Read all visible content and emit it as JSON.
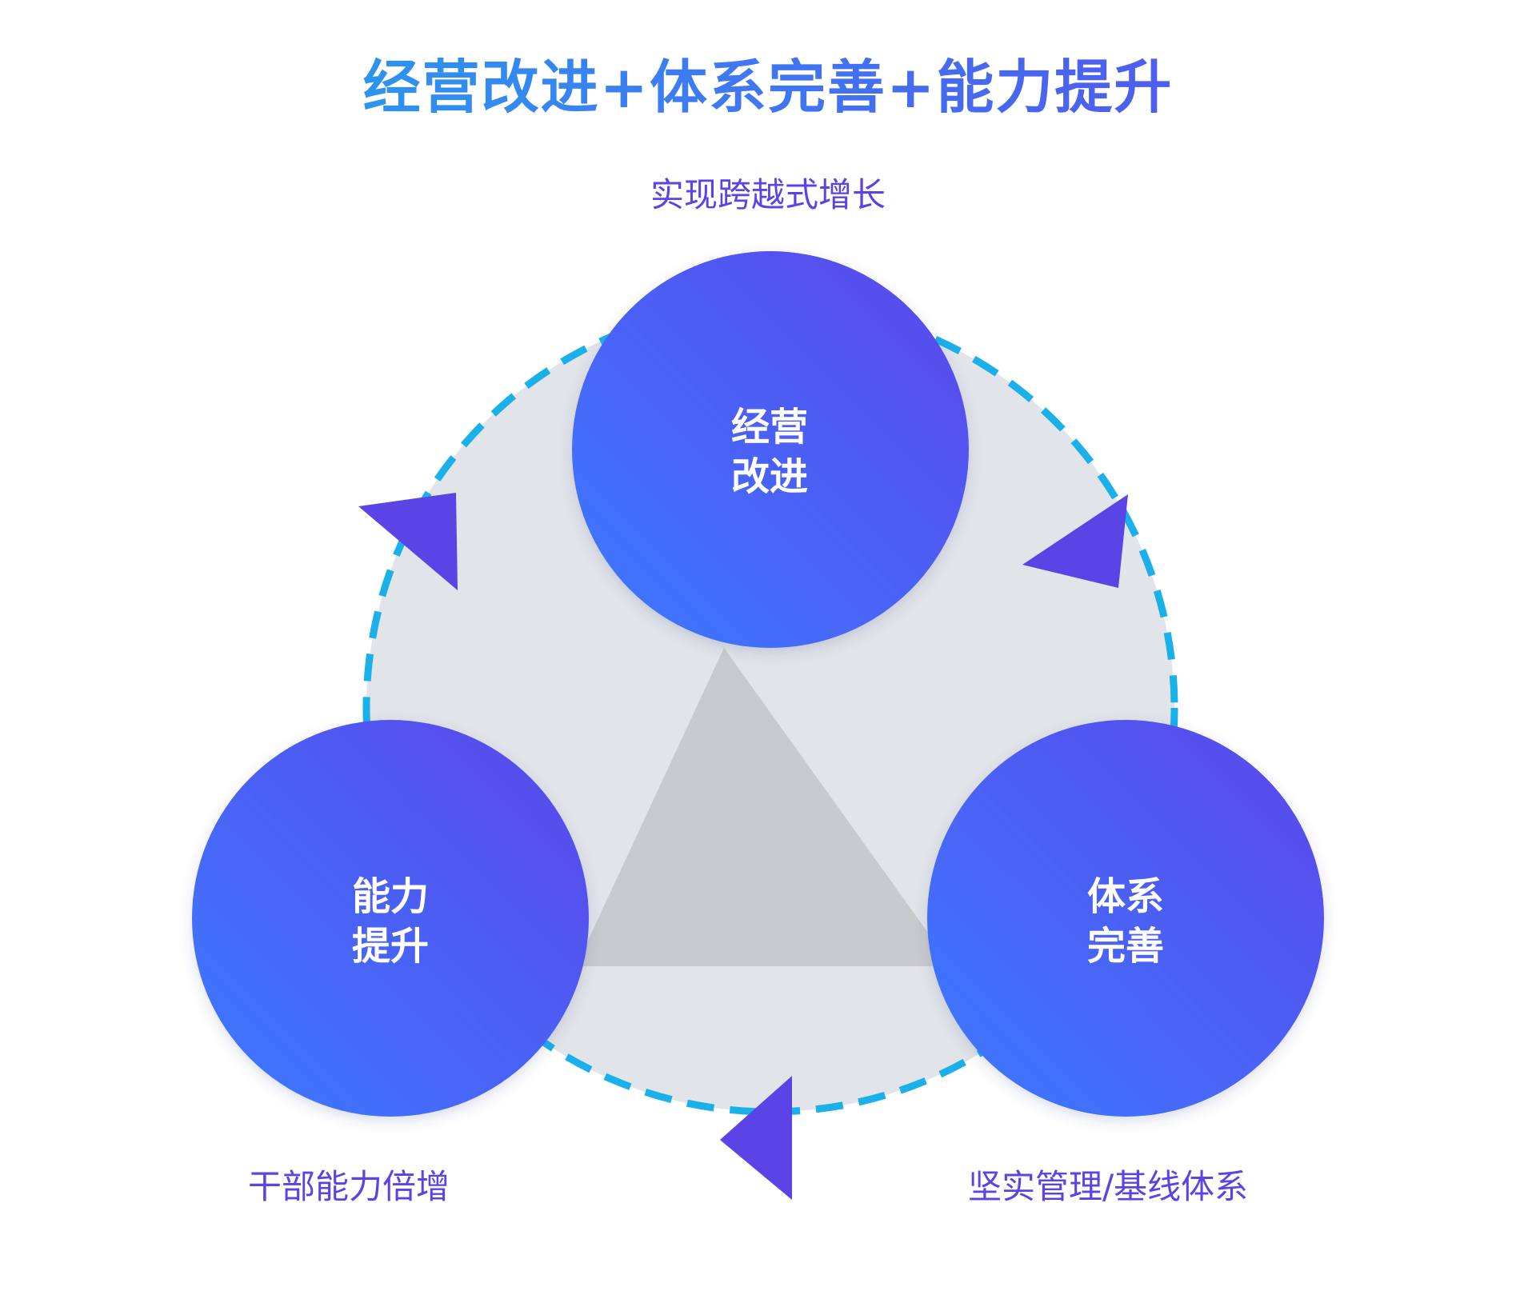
{
  "title": "经营改进+体系完善+能力提升",
  "colors": {
    "title_start": "#1ab0ea",
    "title_end": "#5b46ea",
    "circle_start": "#3b7bff",
    "circle_end": "#5b46ea",
    "arrow": "#5a44e6",
    "dashed_ring": "#1ab0ea",
    "background_disc": "#e1e4e8",
    "center_triangle": "#c9cacd",
    "outcome_text": "#5a44e6"
  },
  "circles": {
    "top": {
      "line1": "经营",
      "line2": "改进",
      "outcome": "实现跨越式增长"
    },
    "left": {
      "line1": "能力",
      "line2": "提升",
      "outcome": "干部能力倍增"
    },
    "right": {
      "line1": "体系",
      "line2": "完善",
      "outcome": "坚实管理/基线体系"
    }
  },
  "cycle": {
    "direction": "clockwise",
    "arrow_count": 3,
    "ring_style": "dashed"
  }
}
